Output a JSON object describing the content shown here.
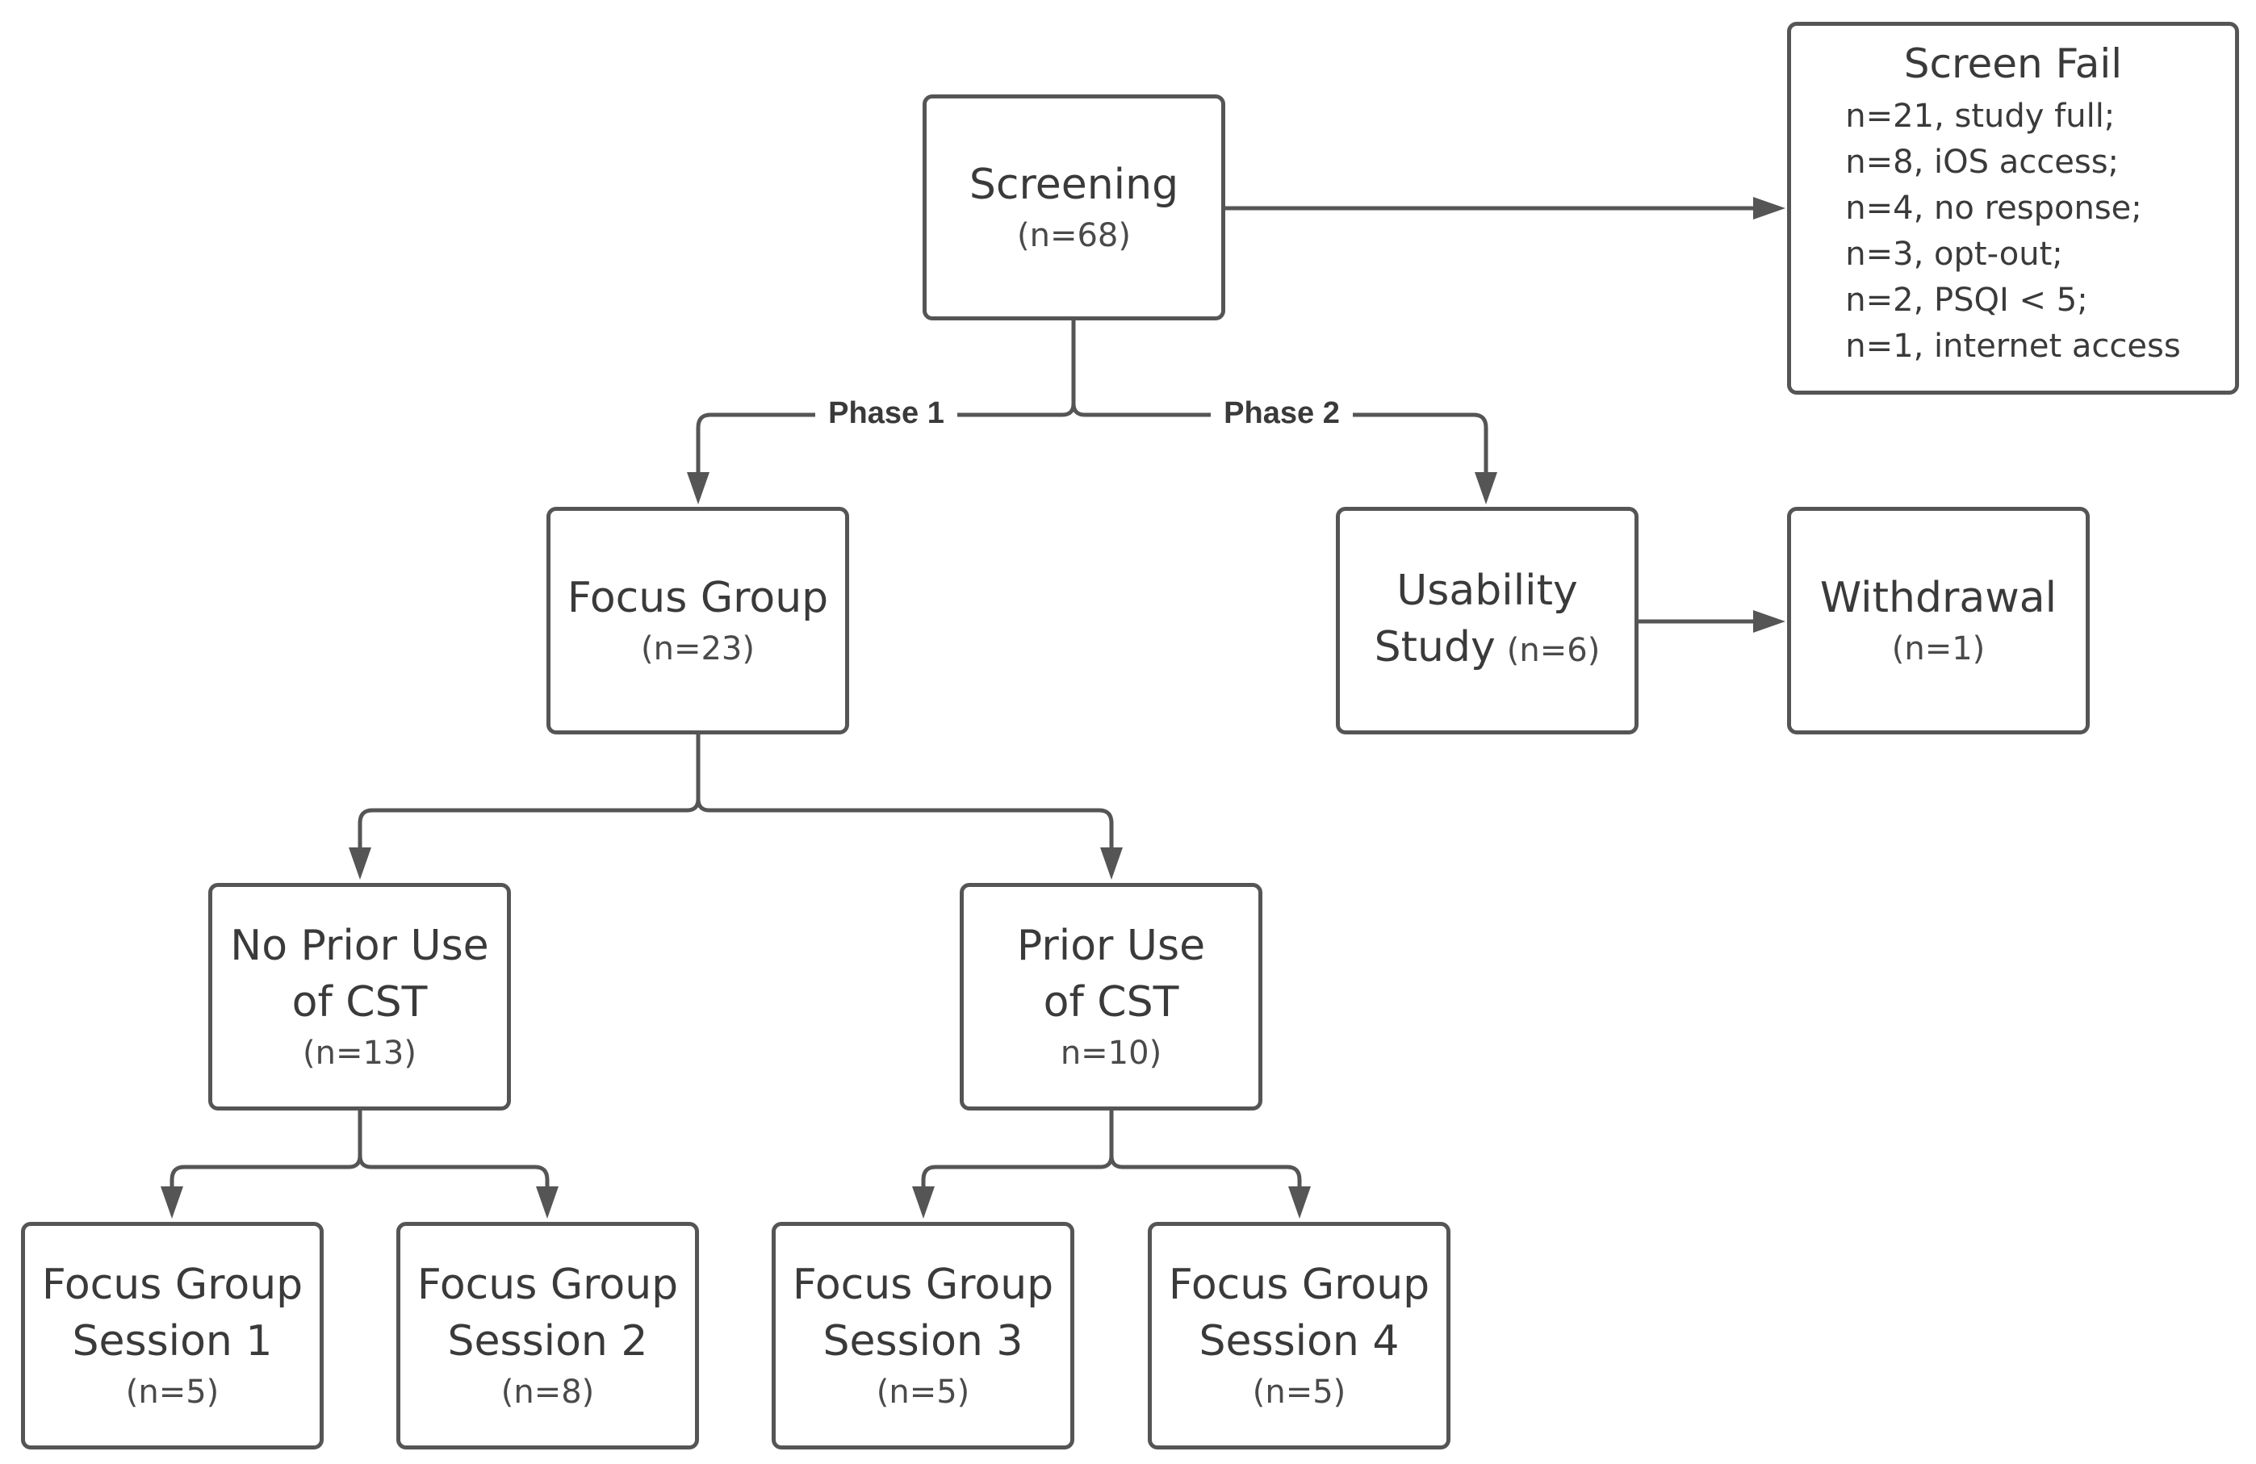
{
  "nodes": {
    "screening": {
      "title": "Screening",
      "count": "(n=68)"
    },
    "screen_fail": {
      "title": "Screen Fail",
      "reasons": [
        "n=21, study full;",
        "n=8, iOS access;",
        "n=4, no response;",
        "n=3, opt-out;",
        "n=2, PSQI < 5;",
        "n=1, internet access"
      ]
    },
    "focus_group": {
      "title": "Focus Group",
      "count": "(n=23)"
    },
    "usability": {
      "title_line1": "Usability",
      "title_line2": "Study",
      "count": "(n=6)"
    },
    "withdrawal": {
      "title": "Withdrawal",
      "count": "(n=1)"
    },
    "no_prior": {
      "title_line1": "No Prior Use",
      "title_line2": "of CST",
      "count": "(n=13)"
    },
    "prior": {
      "title_line1": "Prior Use",
      "title_line2": "of CST",
      "count": "n=10)"
    },
    "session1": {
      "title_line1": "Focus Group",
      "title_line2": "Session 1",
      "count": "(n=5)"
    },
    "session2": {
      "title_line1": "Focus Group",
      "title_line2": "Session 2",
      "count": "(n=8)"
    },
    "session3": {
      "title_line1": "Focus Group",
      "title_line2": "Session 3",
      "count": "(n=5)"
    },
    "session4": {
      "title_line1": "Focus Group",
      "title_line2": "Session 4",
      "count": "(n=5)"
    }
  },
  "edges": {
    "phase1": "Phase 1",
    "phase2": "Phase 2"
  }
}
